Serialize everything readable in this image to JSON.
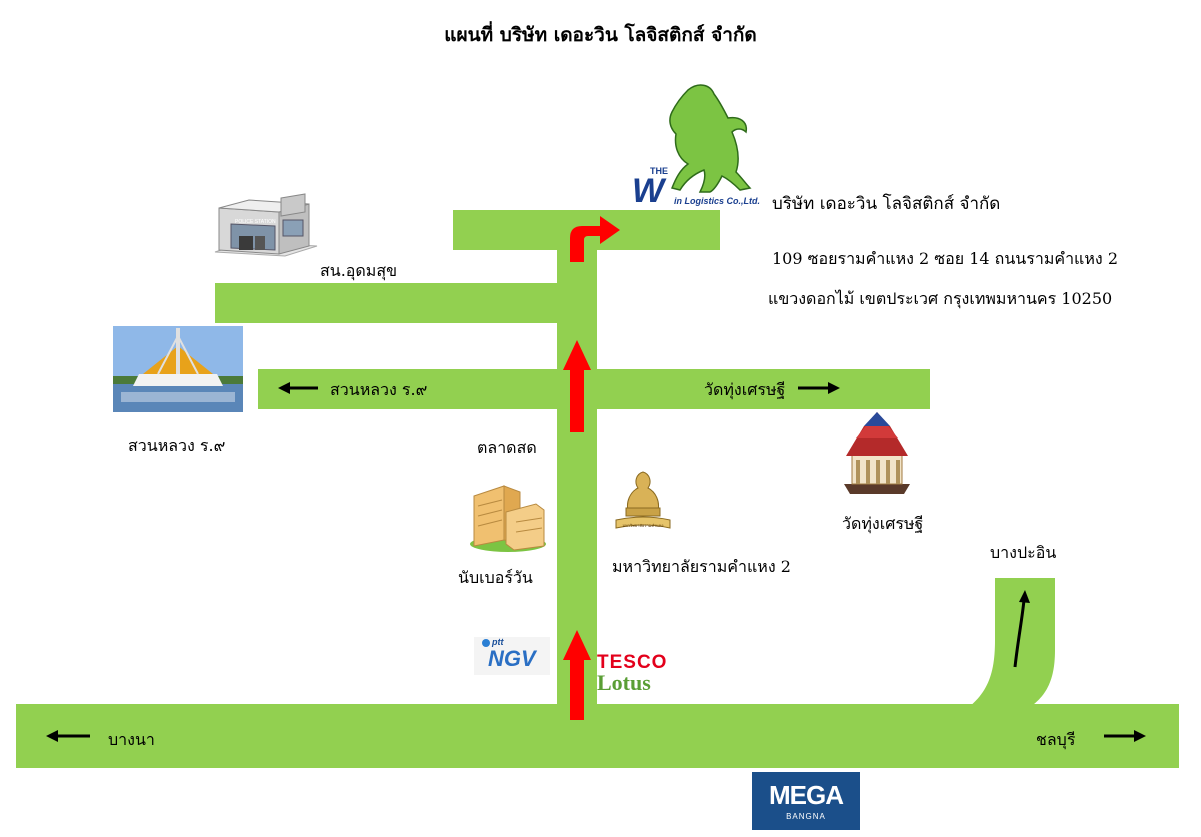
{
  "map": {
    "title": "แผนที่ บริษัท เดอะวิน โลจิสติกส์ จำกัด",
    "company": {
      "name": "บริษัท เดอะวิน โลจิสติกส์ จำกัด",
      "address_line1": "109 ซอยรามคำแหง 2 ซอย 14 ถนนรามคำแหง 2",
      "address_line2": "แขวงดอกไม้ เขตประเวศ กรุงเทพมหานคร 10250",
      "logo_the": "THE",
      "logo_w": "W",
      "logo_text": "in Logistics Co.,Ltd."
    },
    "labels": {
      "police_station": "สน.อุดมสุข",
      "park_road": "สวนหลวง ร.๙",
      "park": "สวนหลวง ร.๙",
      "temple_road": "วัดทุ่งเศรษฐี",
      "temple": "วัดทุ่งเศรษฐี",
      "market": "ตลาดสด",
      "number_one": "นับเบอร์วัน",
      "university": "มหาวิทยาลัยรามคำแหง 2",
      "bang_pa_in": "บางปะอิน",
      "bang_na": "บางนา",
      "chonburi": "ชลบุรี",
      "police_sign": "POLICE STATION",
      "uni_ribbon": "มหาวิทยาลัยรามคำแหง"
    },
    "logos": {
      "tesco": "TESCO",
      "lotus": "Lotus",
      "ptt": "ptt",
      "ngv": "NGV",
      "mega": "MEGA",
      "mega_sub": "BANGNA"
    },
    "colors": {
      "road": "#92d050",
      "route_arrow": "#ff0000",
      "mega_bg": "#1b4f8a",
      "tesco_red": "#e3001b",
      "lotus_green": "#5a9e35"
    }
  }
}
